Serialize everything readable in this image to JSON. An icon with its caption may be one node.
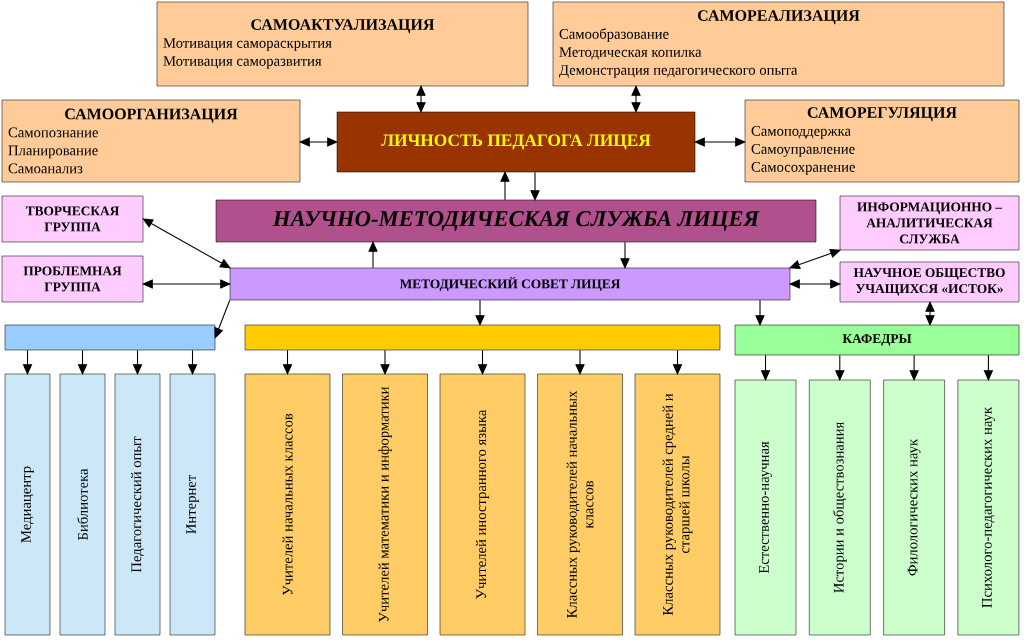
{
  "diagram": {
    "nodes": [
      {
        "text": [
          "САМОАКТУАЛИЗАЦИЯ",
          "Мотивация самораскрытия",
          "Мотивация саморазвития"
        ]
      },
      {
        "text": [
          "САМОРЕАЛИЗАЦИЯ",
          "Самообразование",
          "Методическая копилка",
          "Демонстрация педагогического опыта"
        ]
      },
      {
        "text": [
          "САМООРГАНИЗАЦИЯ",
          "Самопознание",
          "Планирование",
          "Самоанализ"
        ]
      },
      {
        "text": [
          "ЛИЧНОСТЬ ПЕДАГОГА ЛИЦЕЯ"
        ]
      },
      {
        "text": [
          "САМОРЕГУЛЯЦИЯ",
          "Самоподдержка",
          "Самоуправление",
          "Самосохранение"
        ]
      },
      {
        "text": [
          "ТВОРЧЕСКАЯ ГРУППА"
        ]
      },
      {
        "text": [
          "НАУЧНО-МЕТОДИЧЕСКАЯ СЛУЖБА ЛИЦЕЯ"
        ]
      },
      {
        "text": [
          "ИНФОРМАЦИОННО – АНАЛИТИЧЕСКАЯ СЛУЖБА"
        ]
      },
      {
        "text": [
          "ПРОБЛЕМНАЯ ГРУППА"
        ]
      },
      {
        "text": [
          "МЕТОДИЧЕСКИЙ СОВЕТ ЛИЦЕЯ"
        ]
      },
      {
        "text": [
          "НАУЧНОЕ ОБЩЕСТВО УЧАЩИХСЯ «ИСТОК»"
        ]
      },
      {
        "text": [],
        "shape": "bar"
      },
      {
        "text": [
          "Медиацентр"
        ]
      },
      {
        "text": [
          "Библиотека"
        ]
      },
      {
        "text": [
          "Педагогический опыт"
        ]
      },
      {
        "text": [
          "Интернет"
        ]
      },
      {
        "text": [],
        "shape": "bar"
      },
      {
        "text": [
          "Учителей начальных классов"
        ]
      },
      {
        "text": [
          "Учителей математики и информатики"
        ]
      },
      {
        "text": [
          "Учителей иностранного языка"
        ]
      },
      {
        "text": [
          "Классных руководителей начальных классов"
        ]
      },
      {
        "text": [
          "Классных руководителей средней и старшей школы"
        ]
      },
      {
        "text": [
          "КАФЕДРЫ"
        ]
      },
      {
        "text": [
          "Естественно-научная"
        ]
      },
      {
        "text": [
          "Истории и обществознания"
        ]
      },
      {
        "text": [
          "Филологических наук"
        ]
      },
      {
        "text": [
          "Психолого-педагогических наук"
        ]
      }
    ],
    "edges": [
      {
        "from": 0,
        "to": 3,
        "arrow": "both"
      },
      {
        "from": 1,
        "to": 3,
        "arrow": "both"
      },
      {
        "from": 2,
        "to": 3,
        "arrow": "both"
      },
      {
        "from": 4,
        "to": 3,
        "arrow": "both"
      },
      {
        "from": 6,
        "to": 3,
        "arrow": "to"
      },
      {
        "from": 3,
        "to": 6,
        "arrow": "to"
      },
      {
        "from": 9,
        "to": 6,
        "arrow": "to"
      },
      {
        "from": 6,
        "to": 9,
        "arrow": "to"
      },
      {
        "from": 5,
        "to": 9,
        "arrow": "both"
      },
      {
        "from": 8,
        "to": 9,
        "arrow": "both"
      },
      {
        "from": 7,
        "to": 9,
        "arrow": "both"
      },
      {
        "from": 9,
        "to": 10,
        "arrow": "both"
      },
      {
        "from": 9,
        "to": 11,
        "arrow": "to"
      },
      {
        "from": 9,
        "to": 16,
        "arrow": "to"
      },
      {
        "from": 9,
        "to": 22,
        "arrow": "to"
      },
      {
        "from": 10,
        "to": 22,
        "arrow": "both"
      },
      {
        "from": 11,
        "to": 12,
        "arrow": "to"
      },
      {
        "from": 11,
        "to": 13,
        "arrow": "to"
      },
      {
        "from": 11,
        "to": 14,
        "arrow": "to"
      },
      {
        "from": 11,
        "to": 15,
        "arrow": "to"
      },
      {
        "from": 16,
        "to": 17,
        "arrow": "to"
      },
      {
        "from": 16,
        "to": 18,
        "arrow": "to"
      },
      {
        "from": 16,
        "to": 19,
        "arrow": "to"
      },
      {
        "from": 16,
        "to": 20,
        "arrow": "to"
      },
      {
        "from": 16,
        "to": 21,
        "arrow": "to"
      },
      {
        "from": 22,
        "to": 23,
        "arrow": "to"
      },
      {
        "from": 22,
        "to": 24,
        "arrow": "to"
      },
      {
        "from": 22,
        "to": 25,
        "arrow": "to"
      },
      {
        "from": 22,
        "to": 26,
        "arrow": "to"
      }
    ]
  }
}
